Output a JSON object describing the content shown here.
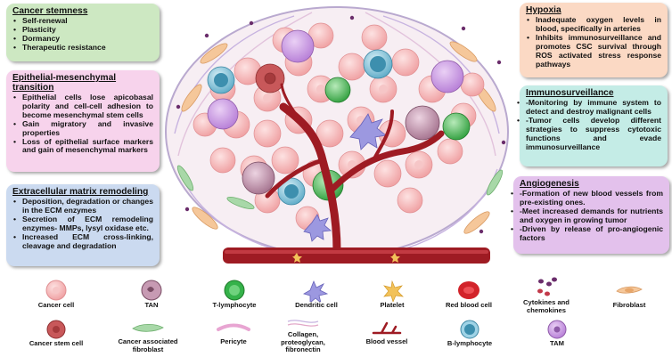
{
  "panels": {
    "stemness": {
      "title": "Cancer stemness",
      "items": [
        "Self-renewal",
        "Plasticity",
        "Dormancy",
        "Therapeutic resistance"
      ]
    },
    "emt": {
      "title": "Epithelial-mesenchymal transition",
      "items": [
        "Epithelial cells lose apicobasal polarity and cell-cell adhesion to become mesenchymal stem cells",
        "Gain migratory and invasive properties",
        "Loss of epithelial surface markers and gain of mesenchymal markers"
      ]
    },
    "ecm": {
      "title": "Extracellular matrix remodeling",
      "items": [
        "Deposition, degradation or changes in the ECM enzymes",
        "Secretion of ECM remodeling enzymes- MMPs, lysyl oxidase etc.",
        "Increased ECM cross-linking, cleavage and degradation"
      ]
    },
    "hypoxia": {
      "title": "Hypoxia",
      "items": [
        "Inadequate oxygen levels in blood, specifically in arteries",
        "Inhibits immunosurveillance and promotes CSC survival through ROS activated stress response pathways"
      ]
    },
    "immuno": {
      "title": "Immunosurveillance",
      "items": [
        "-Monitoring by immune system to detect and destroy malignant cells",
        "-Tumor cells develop different strategies to suppress cytotoxic functions and evade immunosurveillance"
      ]
    },
    "angio": {
      "title": "Angiogenesis",
      "items": [
        "-Formation of new blood vessels from pre-existing ones.",
        "-Meet increased demands for nutrients and oxygen in growing tumor",
        "-Driven by release of pro-angiogenic factors"
      ]
    }
  },
  "legend": {
    "cancer_cell": "Cancer cell",
    "tan": "TAN",
    "t_lymphocyte": "T-lymphocyte",
    "dendritic_cell": "Dendritic cell",
    "platelet": "Platelet",
    "red_blood_cell": "Red blood cell",
    "cytokines": "Cytokines and chemokines",
    "fibroblast": "Fibroblast",
    "cancer_stem_cell": "Cancer stem cell",
    "caf": "Cancer associated fibroblast",
    "pericyte": "Pericyte",
    "collagen": "Collagen, proteoglycan, fibronectin",
    "blood_vessel": "Blood vessel",
    "b_lymphocyte": "B-lymphocyte",
    "tam": "TAM"
  },
  "colors": {
    "cancer_cell": "#f4b7b8",
    "cancer_stem_cell": "#c8585a",
    "tan": "#a7708f",
    "t_lymphocyte": "#35b24a",
    "dendritic_cell": "#9c98e0",
    "platelet": "#f2c25a",
    "red_blood_cell": "#d2232a",
    "b_lymphocyte": "#66b7d2",
    "tam": "#c185dd",
    "vessel": "#9e1b23",
    "fibroblast": "#f5c79a",
    "caf": "#a8d8a8",
    "pericyte": "#e8a5d2"
  }
}
